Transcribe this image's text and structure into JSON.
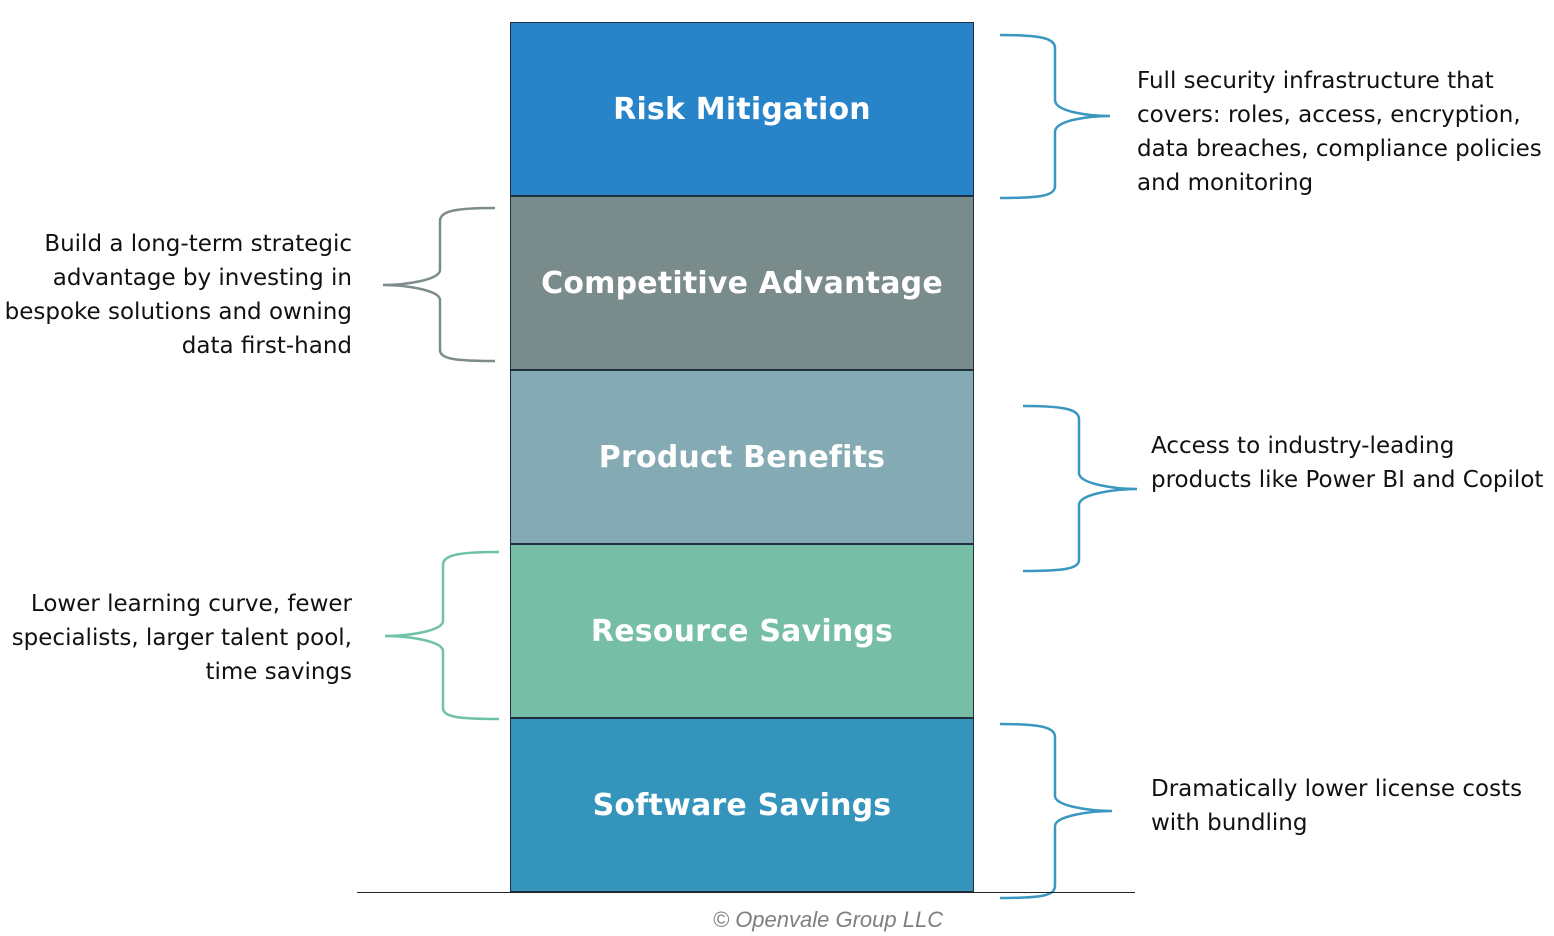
{
  "stack": [
    {
      "label": "Risk Mitigation",
      "color": "#2784c8"
    },
    {
      "label": "Competitive Advantage",
      "color": "#7a8b8c"
    },
    {
      "label": "Product Benefits",
      "color": "#84aab4"
    },
    {
      "label": "Resource Savings",
      "color": "#76bfa6"
    },
    {
      "label": "Software Savings",
      "color": "#3594bc"
    }
  ],
  "annotations": {
    "risk": {
      "lines": [
        "Full security infrastructure that",
        "covers: roles, access, encryption,",
        "data breaches, compliance policies",
        "and monitoring"
      ],
      "bracket_color": "#3a97bf"
    },
    "competitive": {
      "lines": [
        "Build a long-term strategic",
        "advantage by investing in",
        "bespoke solutions and owning",
        "data first-hand"
      ],
      "bracket_color": "#7f8c8d"
    },
    "product": {
      "lines": [
        "Access to industry-leading",
        "products like Power BI and Copilot"
      ],
      "bracket_color": "#3a97bf"
    },
    "resource": {
      "lines": [
        "Lower learning curve, fewer",
        "specialists, larger talent pool,",
        "time savings"
      ],
      "bracket_color": "#6fc1a8"
    },
    "software": {
      "lines": [
        "Dramatically lower license costs",
        "with bundling"
      ],
      "bracket_color": "#3a97bf"
    }
  },
  "footer": {
    "copyright": "© Openvale Group LLC"
  }
}
